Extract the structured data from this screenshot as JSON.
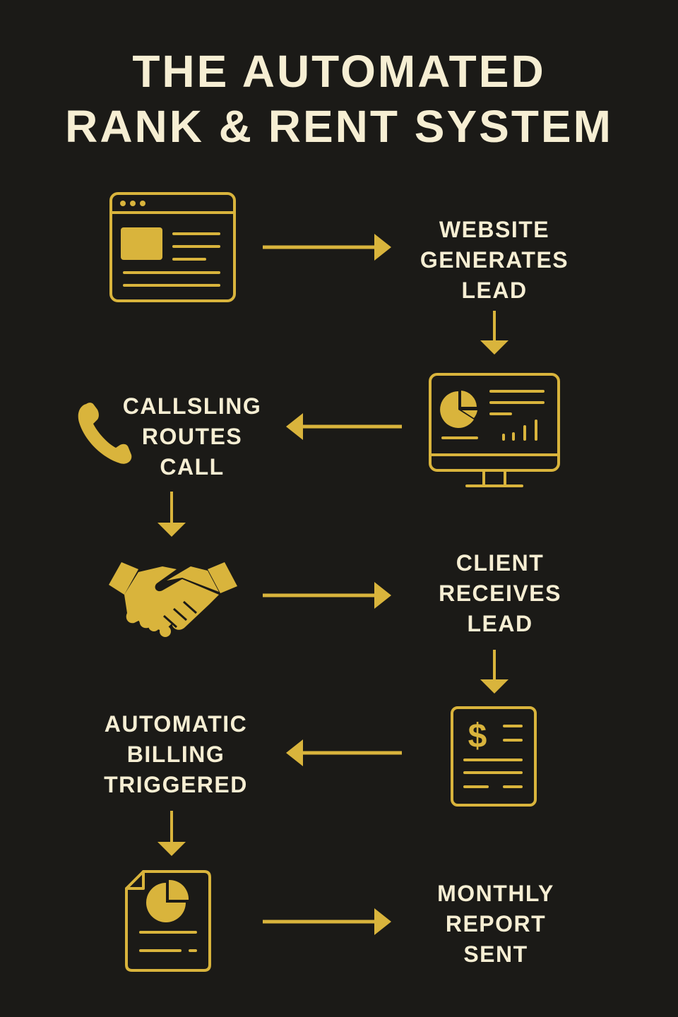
{
  "title": {
    "line1": "THE AUTOMATED",
    "line2": "RANK & RENT SYSTEM"
  },
  "colors": {
    "background": "#1b1a17",
    "accent": "#d9b43c",
    "text": "#f6eed3"
  },
  "steps": [
    {
      "icon": "browser-window-icon",
      "lines": [
        "WEBSITE",
        "GENERATES",
        "LEAD"
      ]
    },
    {
      "icon": "monitor-dashboard-icon",
      "lines": [
        "CALLSLING",
        "ROUTES",
        "CALL"
      ],
      "side_icon": "phone-icon"
    },
    {
      "icon": "handshake-icon",
      "lines": [
        "CLIENT",
        "RECEIVES",
        "LEAD"
      ]
    },
    {
      "icon": "invoice-icon",
      "lines": [
        "AUTOMATIC",
        "BILLING",
        "TRIGGERED"
      ]
    },
    {
      "icon": "report-document-icon",
      "lines": [
        "MONTHLY",
        "REPORT",
        "SENT"
      ]
    }
  ]
}
